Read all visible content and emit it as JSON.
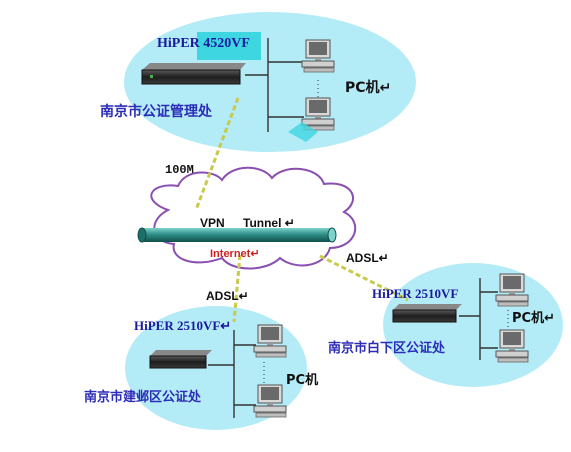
{
  "sites": {
    "top": {
      "device": "HiPER 4520VF",
      "name": "南京市公证管理处",
      "pc": "PC机↵"
    },
    "left": {
      "device": "HiPER 2510VF↵",
      "name": "南京市建邺区公证处",
      "pc": "PC机"
    },
    "right": {
      "device": "HiPER 2510VF",
      "name": "南京市白下区公证处",
      "pc": "PC机↵"
    }
  },
  "links": {
    "top": "100M",
    "left": "ADSL↵",
    "right": "ADSL↵"
  },
  "cloud": {
    "vpn": "VPN",
    "tunnel": "Tunnel ↵",
    "internet": "Internet↵"
  },
  "colors": {
    "ellipse": "#b3ecf7",
    "device_label": "#1a1aa0",
    "site_label": "#2c2cb8",
    "internet": "#cc2222",
    "tunnel_pipe": "#2f8f88",
    "highlight": "#3ed6e0"
  }
}
